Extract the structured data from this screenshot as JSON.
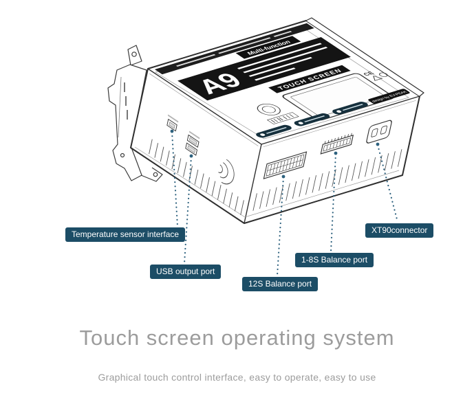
{
  "device": {
    "brand": "A9",
    "ribbon": "Multi-function",
    "touch_banner": "TOUCH SCREEN",
    "design_badge": "design by EV-PEAK",
    "ce_mark": "CE"
  },
  "callouts": [
    {
      "label": "Temperature sensor interface"
    },
    {
      "label": "USB output port"
    },
    {
      "label": "12S Balance port"
    },
    {
      "label": "1-8S Balance port"
    },
    {
      "label": "XT90connector"
    }
  ],
  "caption": {
    "title": "Touch screen operating system",
    "subtitle": "Graphical touch control interface, easy to operate, easy to use"
  },
  "colors": {
    "callout_bg": "#1c4d66",
    "callout_text": "#ffffff",
    "leader": "#2d617e",
    "title_text": "#9c9c9c",
    "subtitle_text": "#9c9c9c",
    "line_art": "#2f2f2f"
  }
}
